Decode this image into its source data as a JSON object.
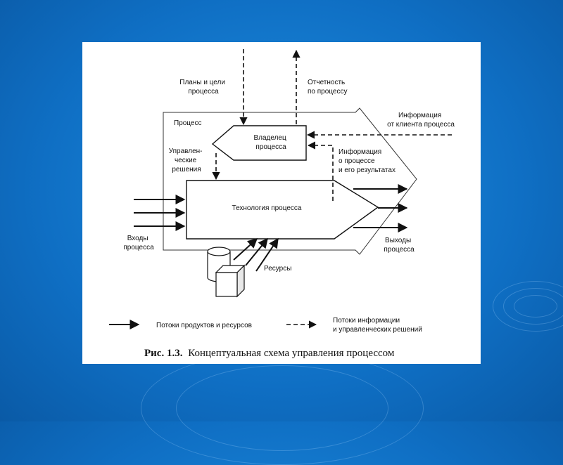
{
  "labels": {
    "plans": [
      "Планы и цели",
      "процесса"
    ],
    "reporting": [
      "Отчетность",
      "по процессу"
    ],
    "client_info": [
      "Информация",
      "от клиента процесса"
    ],
    "process": "Процесс",
    "owner": [
      "Владелец",
      "процесса"
    ],
    "mgmt_decisions": [
      "Управлен-",
      "ческие",
      "решения"
    ],
    "process_info": [
      "Информация",
      "о процессе",
      "и его результатах"
    ],
    "technology": "Технология процесса",
    "inputs": [
      "Входы",
      "процесса"
    ],
    "outputs": [
      "Выходы",
      "процесса"
    ],
    "resources": "Ресурсы"
  },
  "legend": {
    "solid": "Потоки продуктов и ресурсов",
    "dashed": [
      "Потоки информации",
      "и управленческих решений"
    ]
  },
  "caption": {
    "prefix": "Рис. 1.3.",
    "text": "Концептуальная схема управления процессом"
  }
}
